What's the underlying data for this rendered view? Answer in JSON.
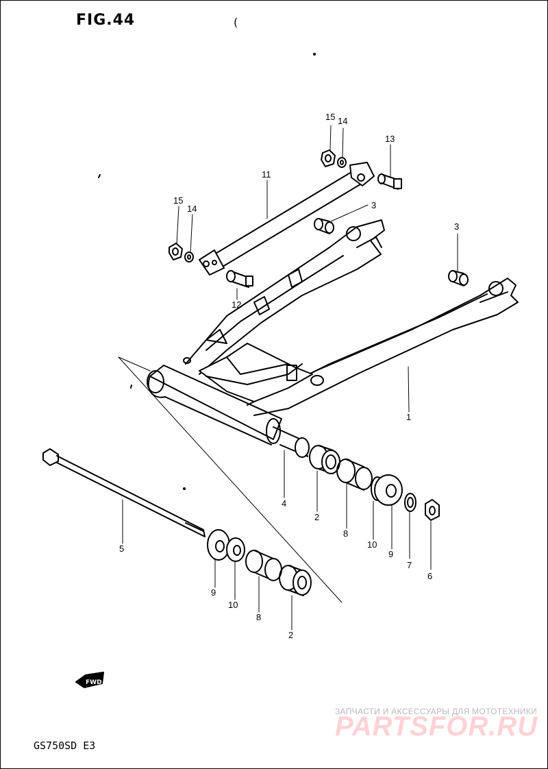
{
  "figure": {
    "title": "FIG.44",
    "model": "GS750SD E3",
    "stray_mark": "("
  },
  "callouts": {
    "c1": "1",
    "c2a": "2",
    "c2b": "2",
    "c3a": "3",
    "c3b": "3",
    "c4": "4",
    "c5": "5",
    "c6": "6",
    "c7": "7",
    "c8a": "8",
    "c8b": "8",
    "c9a": "9",
    "c9b": "9",
    "c10a": "10",
    "c10b": "10",
    "c11": "11",
    "c12": "12",
    "c13": "13",
    "c14a": "14",
    "c14b": "14",
    "c15a": "15",
    "c15b": "15"
  },
  "fwd_arrow": "FWD",
  "watermark": {
    "tagline": "ЗАПЧАСТИ И АКСЕССУАРЫ ДЛЯ МОТОТЕХНИКИ",
    "logo": "PARTSFOR.RU"
  },
  "colors": {
    "ink": "#000000",
    "watermark_gray": "#b9b9b9",
    "watermark_red": "#ffd2d6"
  }
}
